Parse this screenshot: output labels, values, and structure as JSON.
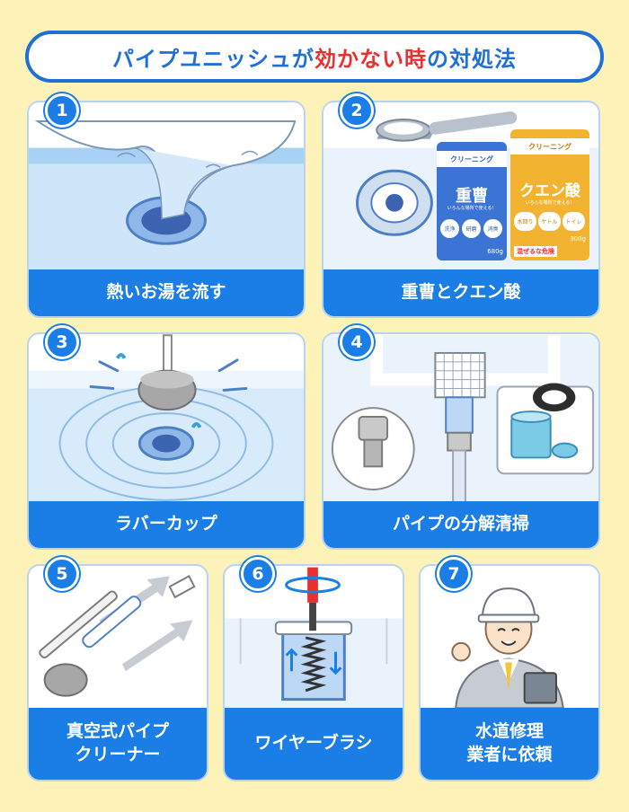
{
  "title": {
    "part1": "パイプユニッシュが",
    "part2": "効かない時",
    "part3": "の対処法"
  },
  "colors": {
    "accent": "#1a7ee6",
    "highlight": "#e83030",
    "background": "#fdf3b8"
  },
  "cards": [
    {
      "number": "1",
      "caption": "熱いお湯を流す"
    },
    {
      "number": "2",
      "caption": "重曹とクエン酸",
      "bag1": {
        "band": "クリーニング",
        "name": "重曹",
        "sub": "いろんな場所で使える！",
        "tags": [
          "洗浄",
          "研磨",
          "消臭"
        ],
        "weight": "680g"
      },
      "bag2": {
        "band": "クリーニング",
        "name": "クエン酸",
        "sub": "いろんな場所で使える！",
        "tags": [
          "水回り",
          "ケトル",
          "トイレ"
        ],
        "weight": "300g",
        "warning": "混ぜるな危険"
      }
    },
    {
      "number": "3",
      "caption": "ラバーカップ"
    },
    {
      "number": "4",
      "caption": "パイプの分解清掃"
    },
    {
      "number": "5",
      "caption_line1": "真空式パイプ",
      "caption_line2": "クリーナー"
    },
    {
      "number": "6",
      "caption": "ワイヤーブラシ"
    },
    {
      "number": "7",
      "caption_line1": "水道修理",
      "caption_line2": "業者に依頼"
    }
  ]
}
